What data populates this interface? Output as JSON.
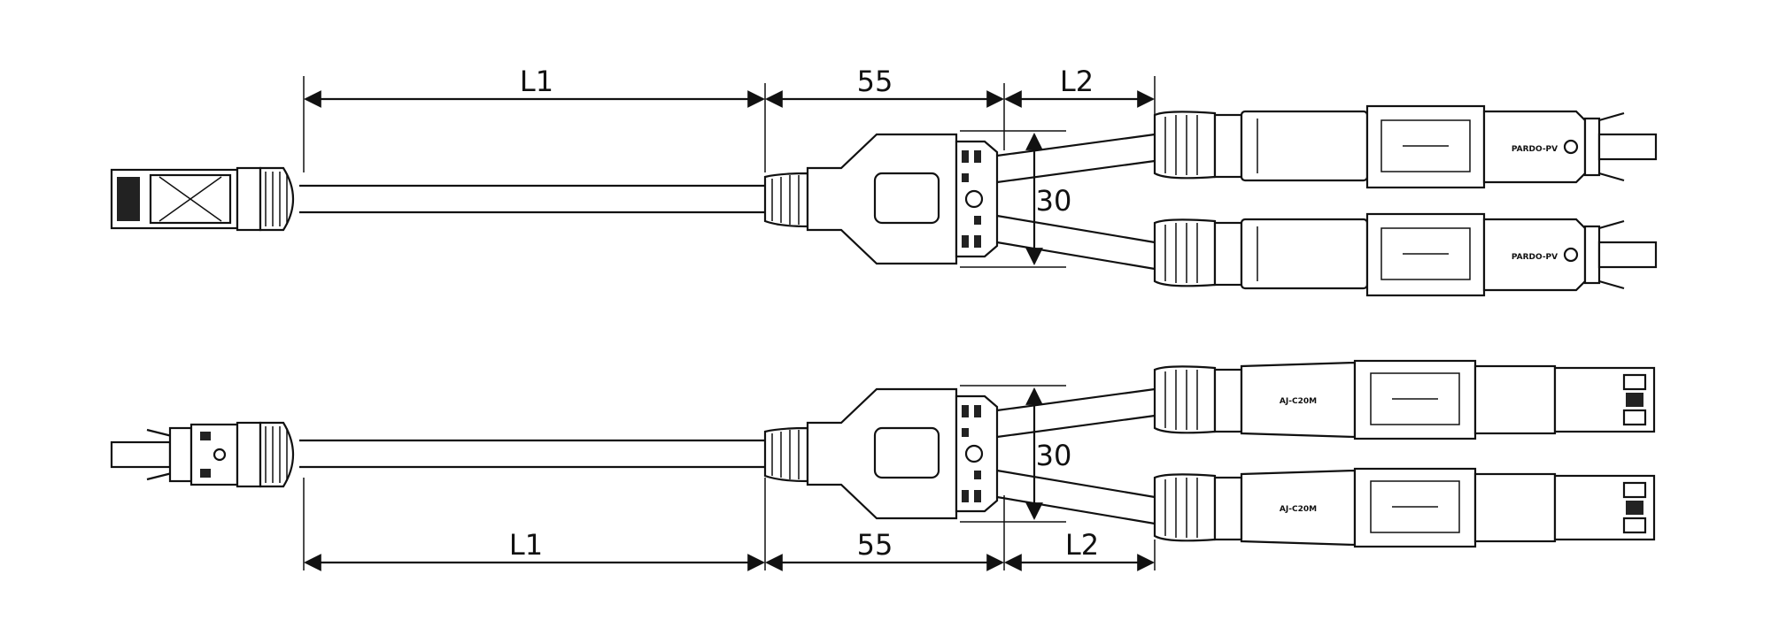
{
  "diagram": {
    "dimensions": {
      "top": {
        "l1": "L1",
        "mid": "55",
        "l2": "L2",
        "height": "30"
      },
      "bottom": {
        "l1": "L1",
        "mid": "55",
        "l2": "L2",
        "height": "30"
      }
    },
    "branch_labels": {
      "top_connector_label": "PARDO-PV",
      "bottom_connector_label": "AJ-C20M"
    }
  }
}
